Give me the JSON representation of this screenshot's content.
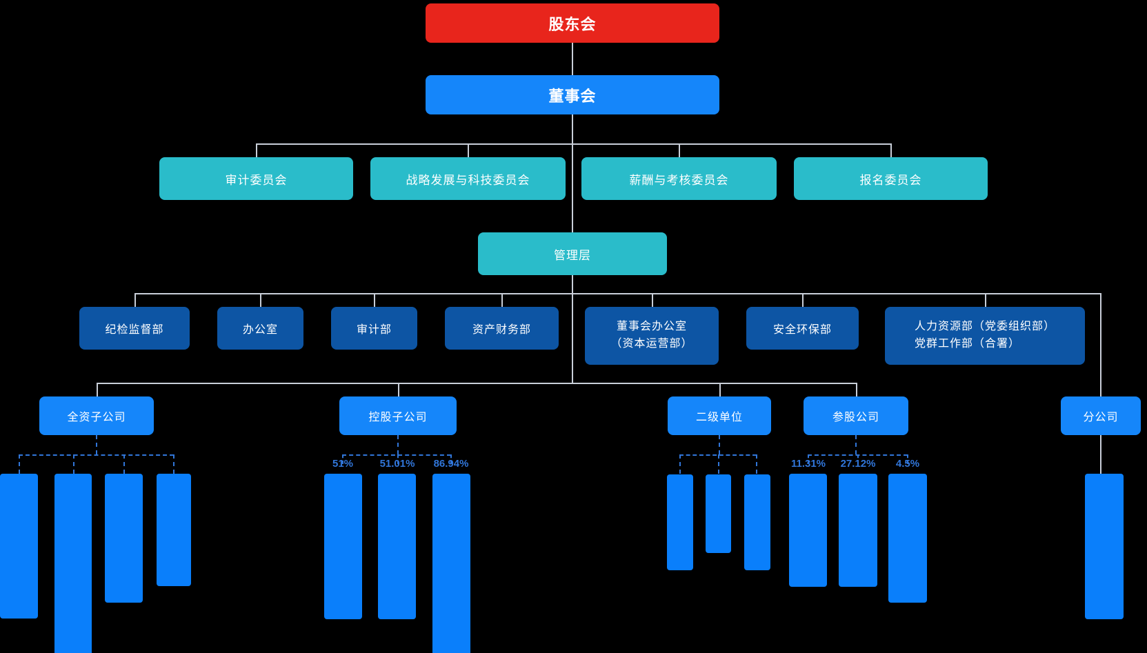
{
  "org": {
    "shareholders": {
      "label": "股东会"
    },
    "board": {
      "label": "董事会"
    },
    "committees": [
      {
        "label": "审计委员会"
      },
      {
        "label": "战略发展与科技委员会"
      },
      {
        "label": "薪酬与考核委员会"
      },
      {
        "label": "报名委员会"
      }
    ],
    "management": {
      "label": "管理层"
    },
    "departments": [
      {
        "label": "纪检监督部"
      },
      {
        "label": "办公室"
      },
      {
        "label": "审计部"
      },
      {
        "label": "资产财务部"
      },
      {
        "label": "董事会办公室",
        "label2": "（资本运营部）"
      },
      {
        "label": "安全环保部"
      },
      {
        "label": "人力资源部（党委组织部）",
        "label2": "党群工作部（合署）"
      }
    ],
    "subsidiary_groups": [
      {
        "label": "全资子公司",
        "companies": 4,
        "ownership": []
      },
      {
        "label": "控股子公司",
        "companies": 3,
        "ownership": [
          "51%",
          "51.01%",
          "86.94%"
        ]
      },
      {
        "label": "二级单位",
        "companies": 3,
        "ownership": []
      },
      {
        "label": "参股公司",
        "companies": 3,
        "ownership": [
          "11.31%",
          "27.12%",
          "4.5%"
        ]
      },
      {
        "label": "分公司",
        "companies": 1,
        "ownership": []
      }
    ]
  },
  "colors": {
    "background": "#000000",
    "accent_red": "#e8251c",
    "accent_blue": "#1586fa",
    "bar_blue": "#0a7ffb",
    "teal": "#2abcca",
    "navy": "#0d55a4",
    "connector": "#c9cfd9",
    "dashed": "#3176d9"
  }
}
